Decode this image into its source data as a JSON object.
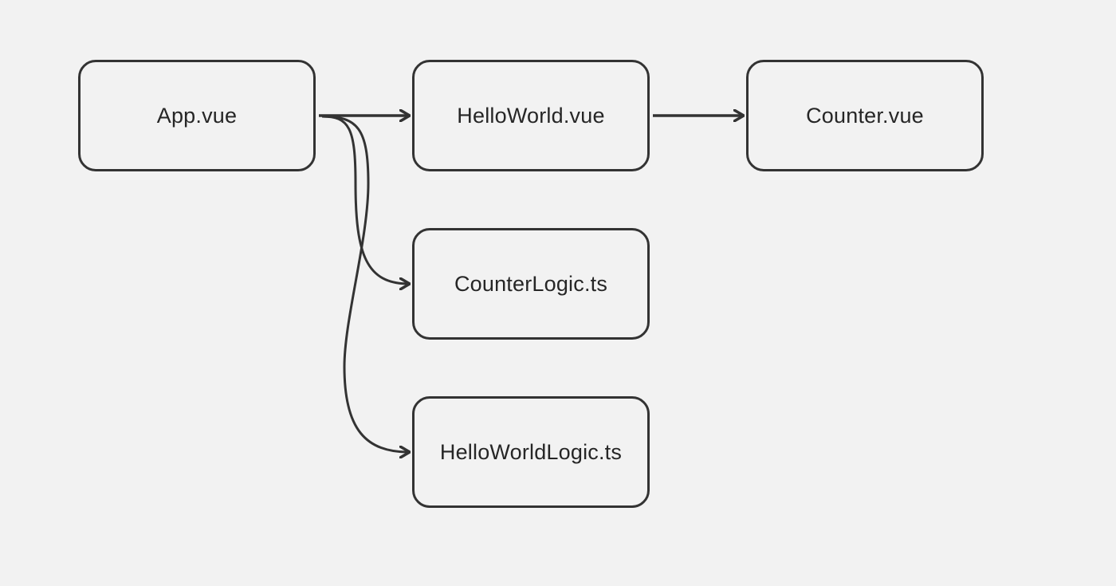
{
  "diagram": {
    "style": {
      "background": "#f2f2f2",
      "stroke": "#333333",
      "text": "#262626"
    },
    "nodes": [
      {
        "id": "app",
        "label": "App.vue"
      },
      {
        "id": "helloworld",
        "label": "HelloWorld.vue"
      },
      {
        "id": "counter",
        "label": "Counter.vue"
      },
      {
        "id": "counterlogic",
        "label": "CounterLogic.ts"
      },
      {
        "id": "helloworldlogic",
        "label": "HelloWorldLogic.ts"
      }
    ],
    "edges": [
      {
        "from": "App.vue",
        "to": "HelloWorld.vue"
      },
      {
        "from": "HelloWorld.vue",
        "to": "Counter.vue"
      },
      {
        "from": "App.vue",
        "to": "CounterLogic.ts"
      },
      {
        "from": "App.vue",
        "to": "HelloWorldLogic.ts"
      }
    ]
  }
}
